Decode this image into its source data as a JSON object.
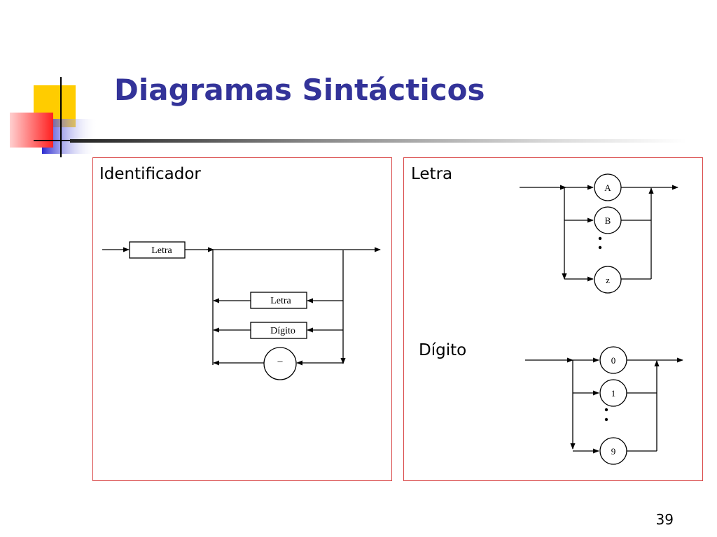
{
  "slide": {
    "title": "Diagramas Sintácticos",
    "page_number": "39"
  },
  "identificador": {
    "heading": "Identificador",
    "box_letra_top": "Letra",
    "box_letra_loop": "Letra",
    "box_digito_loop": "Dígito",
    "circle_underscore": "_"
  },
  "letra": {
    "heading": "Letra",
    "option_a": "A",
    "option_b": "B",
    "option_z": "z"
  },
  "digito": {
    "heading": "Dígito",
    "option_0": "0",
    "option_1": "1",
    "option_9": "9"
  },
  "colors": {
    "title": "#333399",
    "panel_border": "#d94848",
    "deco_yellow": "#ffcc00",
    "deco_red": "#ff3b3b",
    "deco_blue": "#3333cc"
  }
}
